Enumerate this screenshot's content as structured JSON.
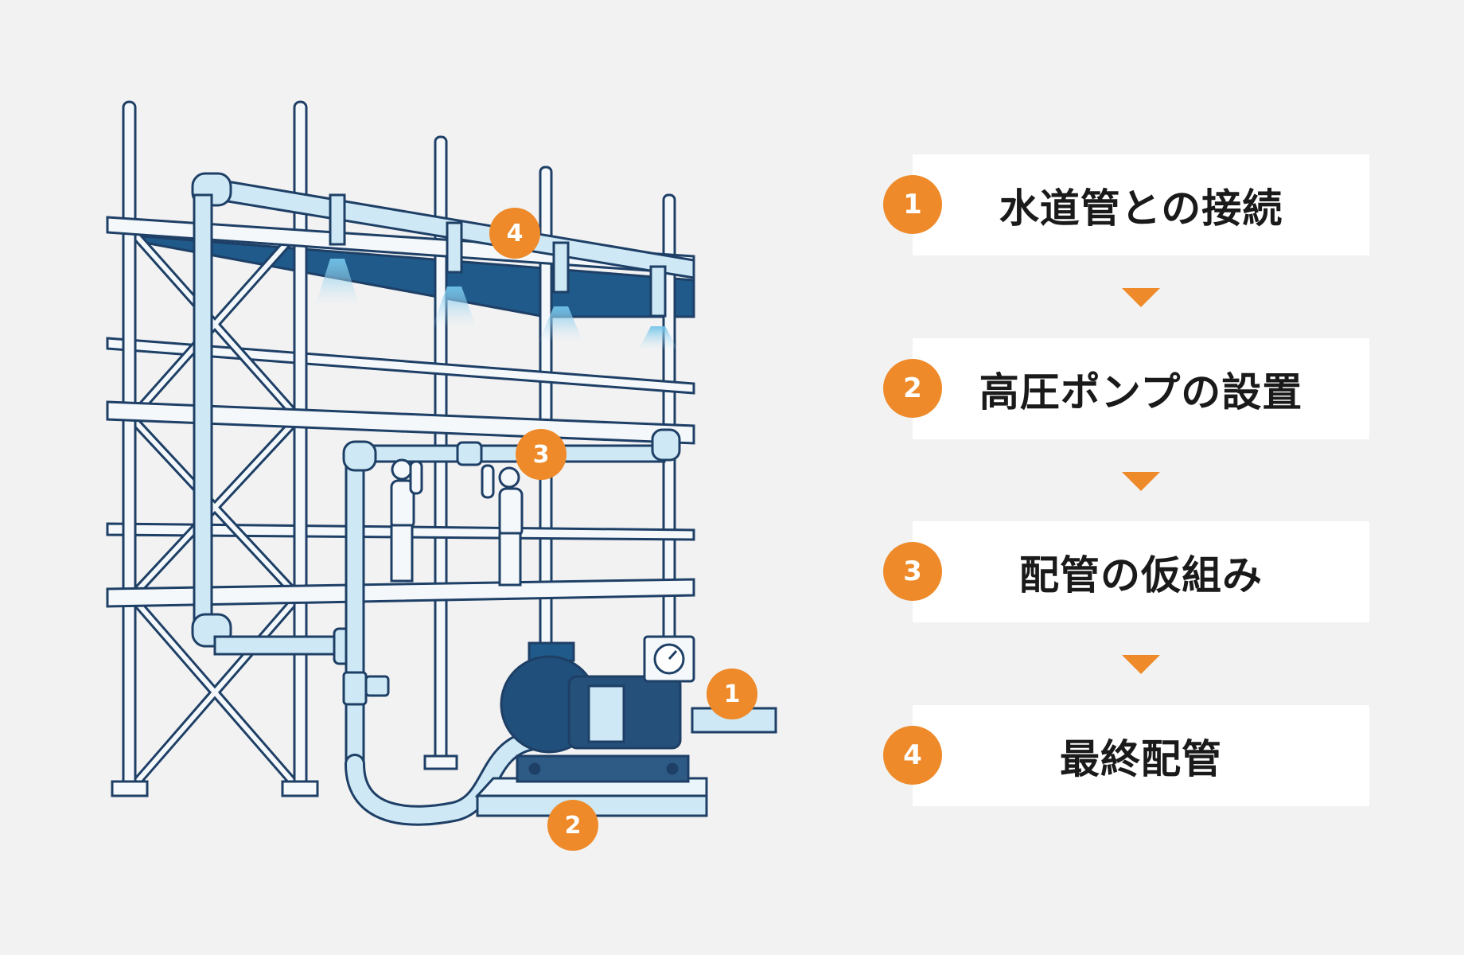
{
  "steps": [
    {
      "number": "1",
      "label": "水道管との接続"
    },
    {
      "number": "2",
      "label": "高圧ポンプの設置"
    },
    {
      "number": "3",
      "label": "配管の仮組み"
    },
    {
      "number": "4",
      "label": "最終配管"
    }
  ],
  "diagram_markers": [
    "1",
    "2",
    "3",
    "4"
  ],
  "colors": {
    "accent": "#ee8a2a",
    "outline": "#1e3f66",
    "pipe_fill": "#cfe8f5",
    "background": "#f2f2f2",
    "card": "#ffffff"
  }
}
